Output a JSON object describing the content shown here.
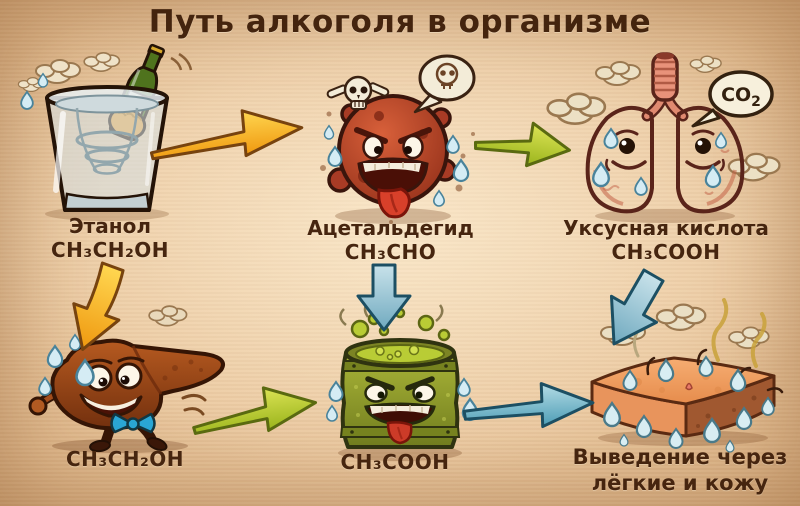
{
  "title": "Путь алкоголя в организме",
  "nodes": {
    "ethanol": {
      "name": "Этанол",
      "formula": "CH₃CH₂OH",
      "illustration": "shot-glass-with-beer-bottle"
    },
    "acetaldehyde": {
      "name": "Ацетальдегид",
      "formula": "CH₃CHO",
      "illustration": "angry-toxic-molecule-monster"
    },
    "acetic_acid": {
      "name": "Уксусная кислота",
      "formula": "CH₃COOH",
      "illustration": "happy-lungs-exhaling-co2"
    },
    "liver": {
      "formula": "CH₃CH₂OH",
      "illustration": "walking-liver-with-bow-tie"
    },
    "acetic_barrel": {
      "formula": "CH₃COOH",
      "illustration": "angry-green-acid-barrel"
    },
    "excretion": {
      "label_line1": "Выведение через",
      "label_line2": "лёгкие и кожу",
      "illustration": "sweating-skin-cross-section"
    }
  },
  "co2_bubble": {
    "text": "CO",
    "sub": "2"
  },
  "arrows": [
    {
      "from": "ethanol",
      "to": "acetaldehyde",
      "color": "#f6a916",
      "direction": "right"
    },
    {
      "from": "acetaldehyde",
      "to": "acetic_acid",
      "color": "#acc122",
      "direction": "right-down"
    },
    {
      "from": "ethanol",
      "to": "liver",
      "color": "#f6a916",
      "direction": "down-right"
    },
    {
      "from": "acetaldehyde",
      "to": "acetic_barrel",
      "color": "#8fc0d1",
      "direction": "down"
    },
    {
      "from": "acetic_acid",
      "to": "excretion",
      "color": "#8fc0d1",
      "direction": "down-left"
    },
    {
      "from": "liver",
      "to": "acetic_barrel",
      "color": "#acc122",
      "direction": "right"
    },
    {
      "from": "acetic_barrel",
      "to": "excretion",
      "color": "#5fa9bf",
      "direction": "right"
    }
  ],
  "palette": {
    "background": "#eac79e",
    "text": "#46250f",
    "arrow_yellow": "#f6a916",
    "arrow_green": "#acc122",
    "arrow_blue": "#8fc0d1",
    "monster_red": "#a83b25",
    "lungs_pink": "#e8886c",
    "liver_brown": "#9c4a1a",
    "barrel_olive": "#9aa52e",
    "skin_peach": "#f0a066"
  }
}
